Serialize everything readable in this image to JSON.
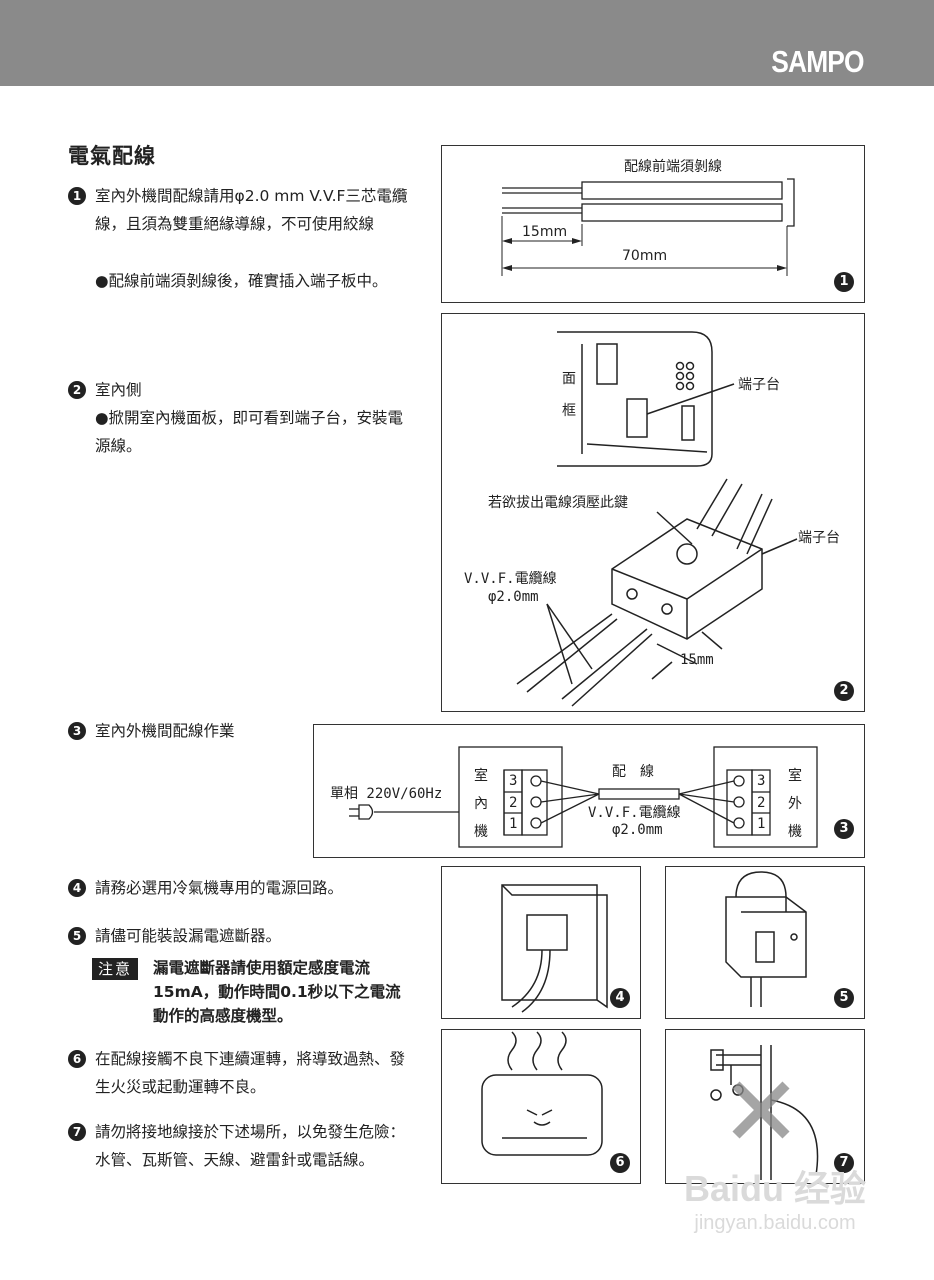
{
  "header": {
    "brand": "SAMPO"
  },
  "section_title": "電氣配線",
  "items": {
    "i1": {
      "num": "1",
      "text": "室內外機間配線請用φ2.0 mm V.V.F三芯電纜線，且須為雙重絕緣導線，不可使用絞線",
      "bullet": "●配線前端須剝線後，確實插入端子板中。"
    },
    "i2": {
      "num": "2",
      "text": "室內側",
      "bullet": "●掀開室內機面板，即可看到端子台，安裝電源線。"
    },
    "i3": {
      "num": "3",
      "text": "室內外機間配線作業"
    },
    "i4": {
      "num": "4",
      "text": "請務必選用冷氣機專用的電源回路。"
    },
    "i5": {
      "num": "5",
      "text": "請儘可能裝設漏電遮斷器。"
    },
    "note": {
      "tag": "注意",
      "text": "漏電遮斷器請使用額定感度電流15mA，動作時間0.1秒以下之電流動作的高感度機型。"
    },
    "i6": {
      "num": "6",
      "text": "在配線接觸不良下連續運轉，將導致過熱、發生火災或起動運轉不良。"
    },
    "i7": {
      "num": "7",
      "text": "請勿將接地線接於下述場所，以免發生危險：水管、瓦斯管、天線、避雷針或電話線。"
    }
  },
  "fig1": {
    "caption": "配線前端須剝線",
    "dim_short": "15mm",
    "dim_long": "70mm",
    "num": "1"
  },
  "fig2": {
    "frame_label_1": "面",
    "frame_label_2": "框",
    "terminal_1": "端子台",
    "press_key": "若欲拔出電線須壓此鍵",
    "terminal_2": "端子台",
    "cable": "V.V.F.電纜線",
    "diameter": "φ2.0mm",
    "strip": "15mm",
    "num": "2"
  },
  "fig3": {
    "power": "單相 220V/60Hz",
    "indoor_1": "室",
    "indoor_2": "內",
    "indoor_3": "機",
    "outdoor_1": "室",
    "outdoor_2": "外",
    "outdoor_3": "機",
    "wiring": "配　線",
    "cable": "V.V.F.電纜線",
    "diameter": "φ2.0mm",
    "t3": "3",
    "t2": "2",
    "t1": "1",
    "num": "3"
  },
  "fig4": {
    "num": "4"
  },
  "fig5": {
    "num": "5"
  },
  "fig6": {
    "num": "6"
  },
  "fig7": {
    "num": "7"
  },
  "watermark": {
    "line1": "Baidu 经验",
    "line2": "jingyan.baidu.com"
  }
}
